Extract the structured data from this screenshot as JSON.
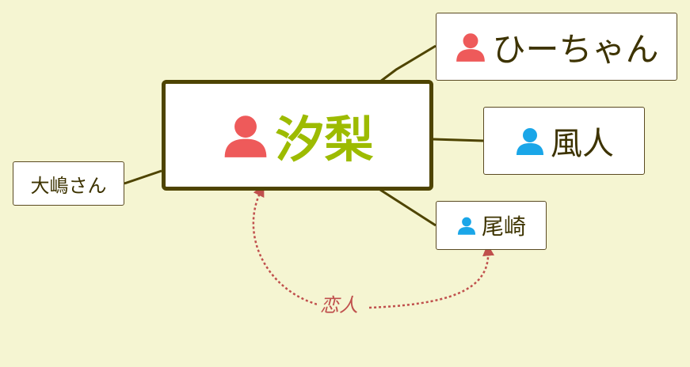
{
  "colors": {
    "background": "#f5f5d2",
    "connector": "#4e4400",
    "central_text": "#9dbb00",
    "node_text": "#3d3300",
    "female_icon": "#ee5a5a",
    "male_icon": "#1aa6e8",
    "relation": "#c0504d"
  },
  "central": {
    "label": "汐梨",
    "icon": "person-icon",
    "icon_color": "#ee5a5a"
  },
  "nodes": {
    "hichan": {
      "label": "ひーちゃん",
      "icon": "person-icon",
      "icon_color": "#ee5a5a"
    },
    "kazato": {
      "label": "風人",
      "icon": "person-icon",
      "icon_color": "#1aa6e8"
    },
    "ozaki": {
      "label": "尾崎",
      "icon": "person-icon",
      "icon_color": "#1aa6e8"
    },
    "oshima": {
      "label": "大嶋さん"
    }
  },
  "relationship": {
    "label": "恋人"
  }
}
